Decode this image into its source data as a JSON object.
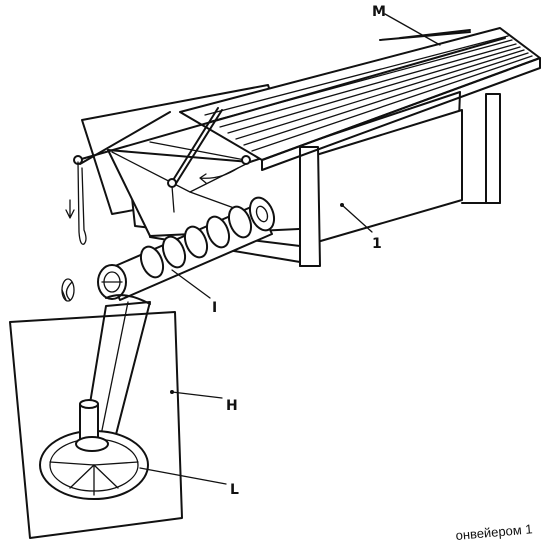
{
  "labels": {
    "M": "M",
    "one": "1",
    "I": "I",
    "H": "H",
    "L": "L"
  },
  "caption": "онвейером 1",
  "icons": [
    "rake-handle-icon",
    "direction-arrow-icon",
    "rotation-arrow-icon"
  ],
  "colors": {
    "ink": "#111111",
    "paper": "#ffffff"
  }
}
